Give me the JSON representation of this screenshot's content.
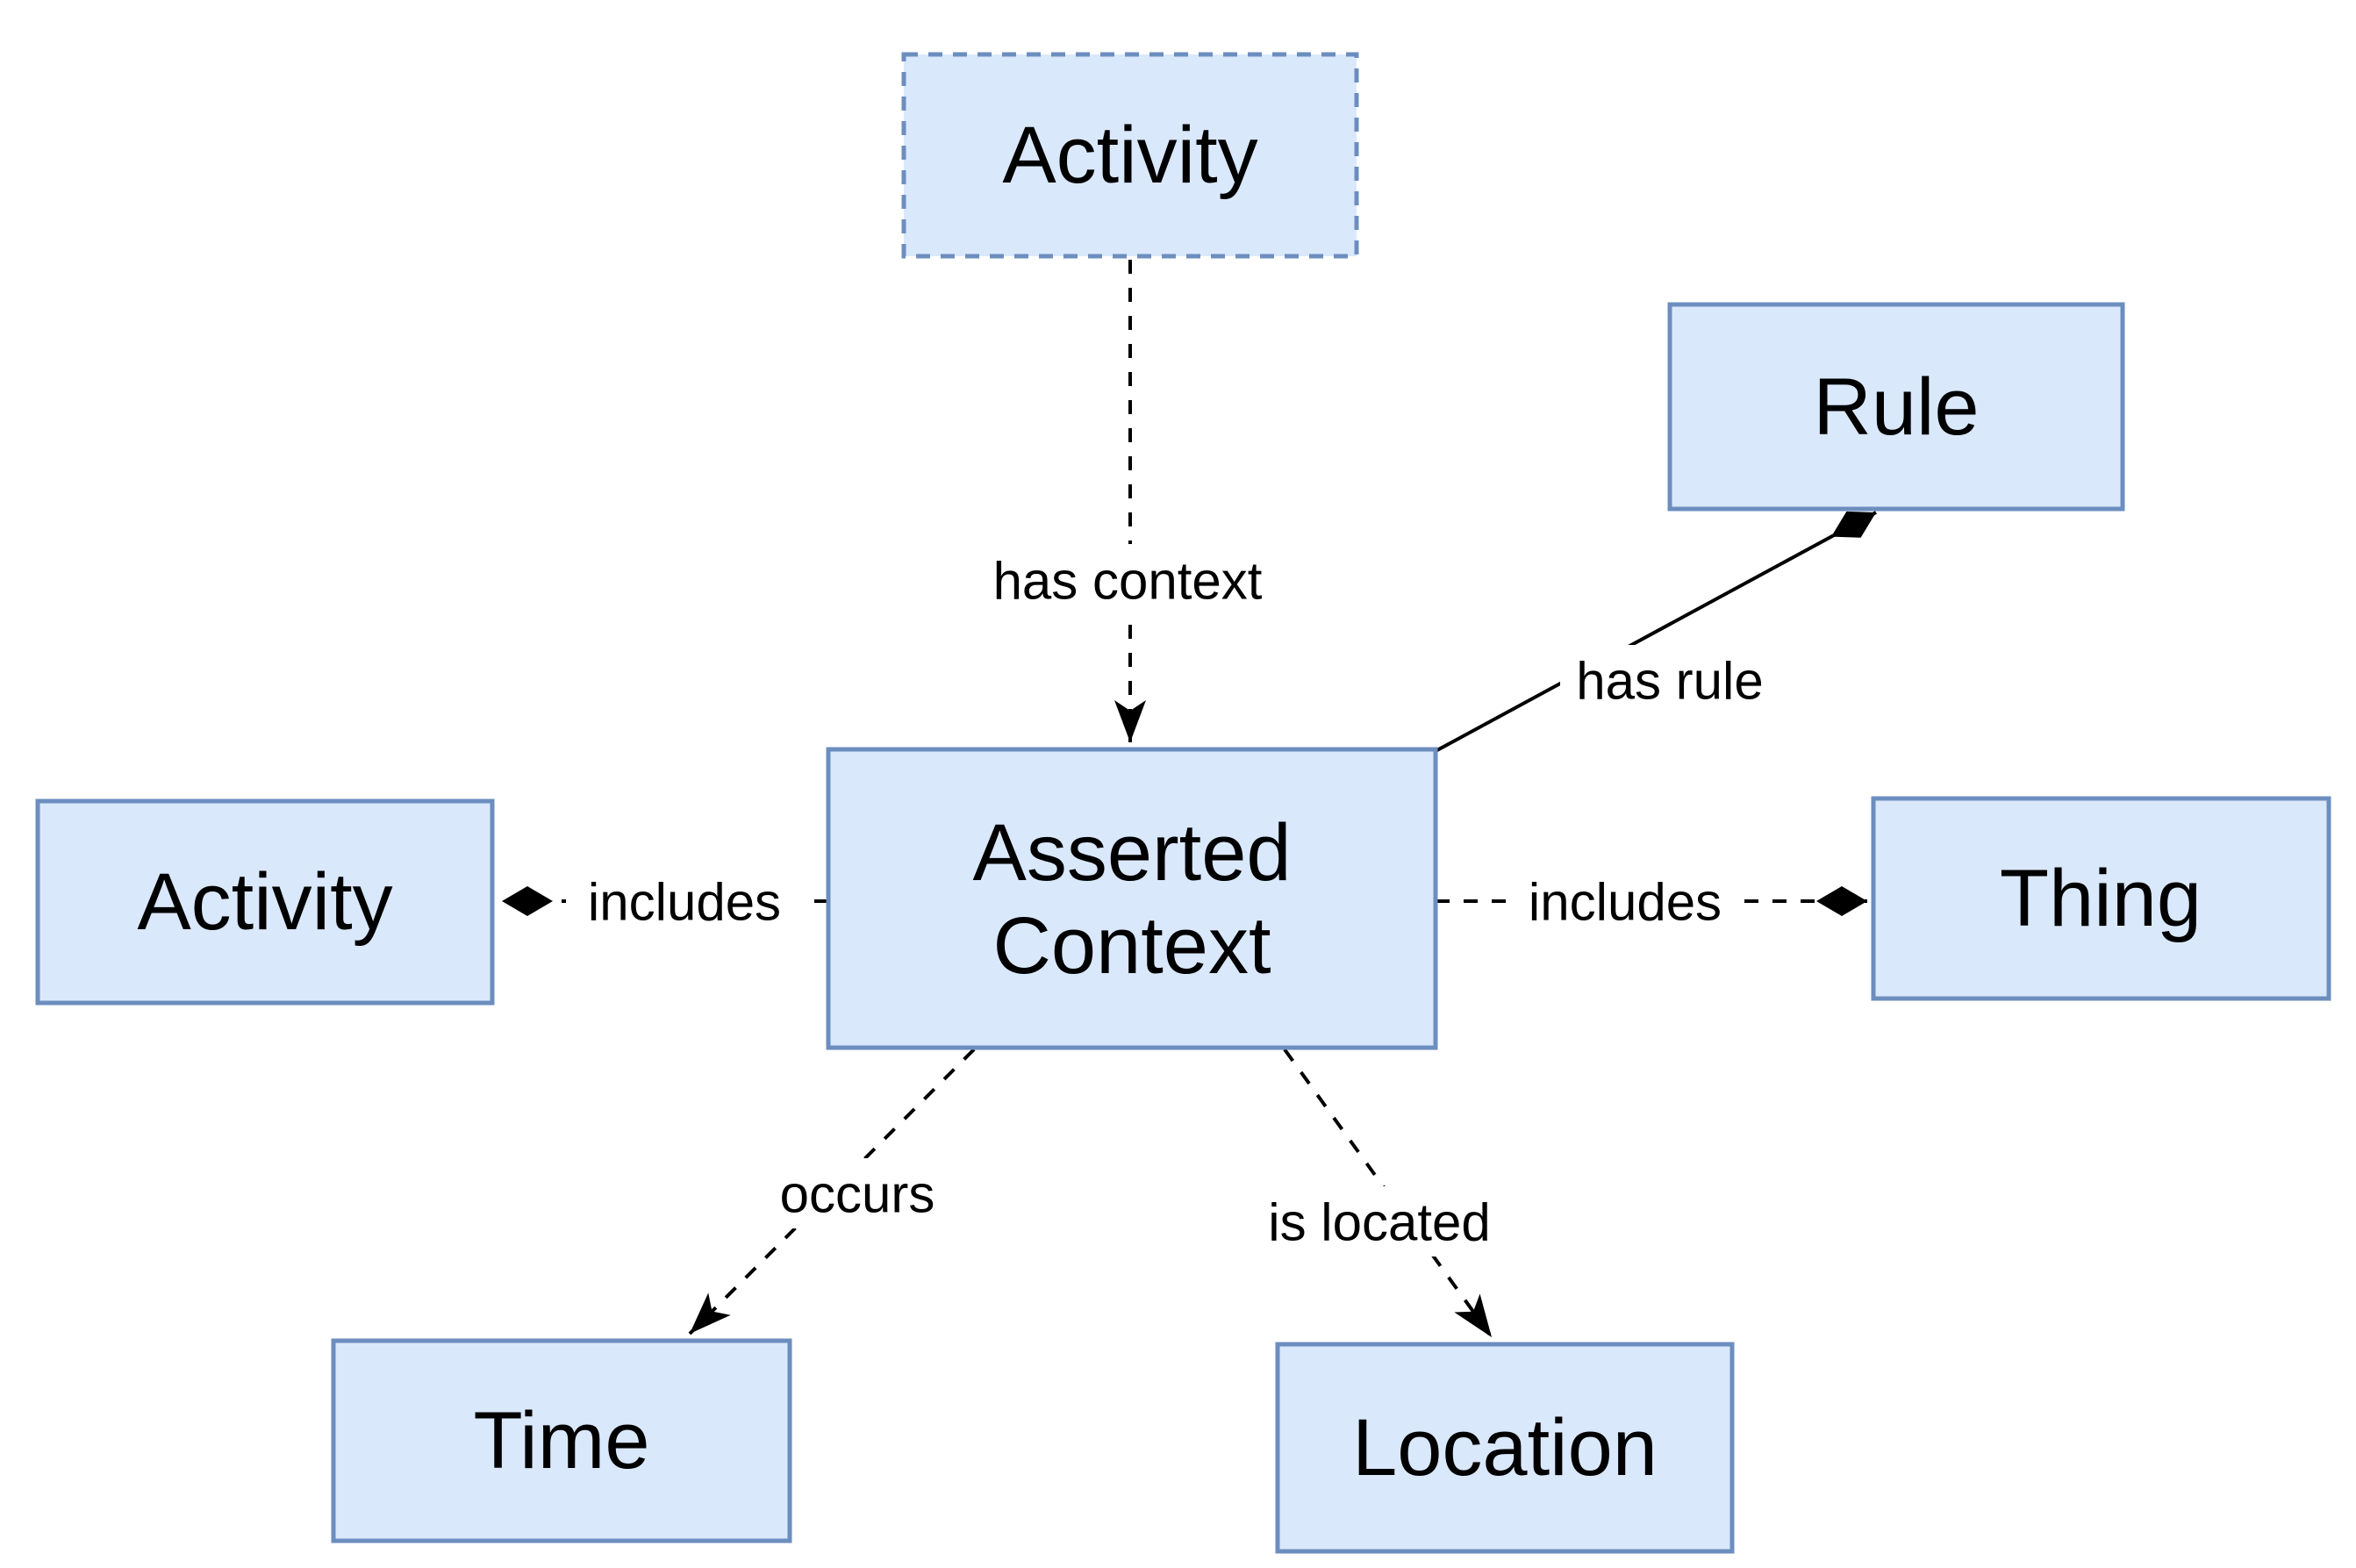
{
  "diagram": {
    "colors": {
      "background": "#ffffff",
      "node_fill": "#dae8fc",
      "node_border": "#6c8ebf",
      "edge_color": "#000000"
    },
    "nodes": {
      "activity_top": {
        "label": "Activity",
        "border_style": "dashed"
      },
      "rule": {
        "label": "Rule",
        "border_style": "solid"
      },
      "asserted_context": {
        "label": "Asserted Context",
        "label_line1": "Asserted",
        "label_line2": "Context",
        "border_style": "solid"
      },
      "activity_left": {
        "label": "Activity",
        "border_style": "solid"
      },
      "thing": {
        "label": "Thing",
        "border_style": "solid"
      },
      "time": {
        "label": "Time",
        "border_style": "solid"
      },
      "location": {
        "label": "Location",
        "border_style": "solid"
      }
    },
    "edges": {
      "has_context": {
        "label": "has context",
        "from": "Activity (top)",
        "to": "Asserted Context",
        "line_style": "dashed",
        "end_marker": "arrow"
      },
      "has_rule": {
        "label": "has rule",
        "from": "Asserted Context",
        "to": "Rule",
        "line_style": "solid",
        "end_marker": "diamond"
      },
      "includes_left": {
        "label": "includes",
        "from": "Asserted Context",
        "to": "Activity (left)",
        "line_style": "dashed",
        "end_marker": "diamond"
      },
      "includes_right": {
        "label": "includes",
        "from": "Asserted Context",
        "to": "Thing",
        "line_style": "dashed",
        "end_marker": "diamond"
      },
      "occurs": {
        "label": "occurs",
        "from": "Asserted Context",
        "to": "Time",
        "line_style": "dashed",
        "end_marker": "arrow"
      },
      "is_located": {
        "label": "is located",
        "from": "Asserted Context",
        "to": "Location",
        "line_style": "dashed",
        "end_marker": "arrow"
      }
    }
  }
}
